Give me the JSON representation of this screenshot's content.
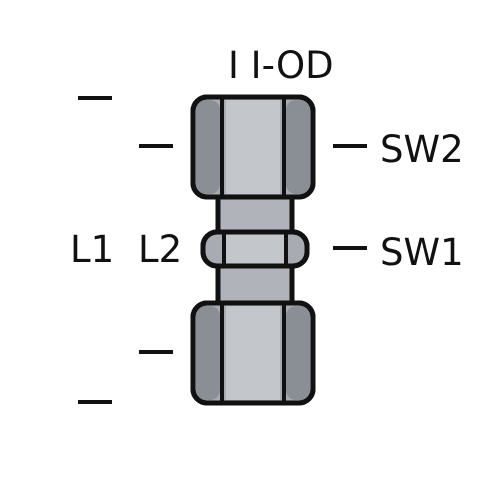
{
  "labels": {
    "od": "I I-OD",
    "sw2": "SW2",
    "sw1": "SW1",
    "l1": "L1",
    "l2": "L2"
  },
  "colors": {
    "line": "#111111",
    "body_mid": "#a8acb2",
    "body_dark": "#8a8e95",
    "body_light": "#c3c6cb",
    "background": "#ffffff"
  }
}
